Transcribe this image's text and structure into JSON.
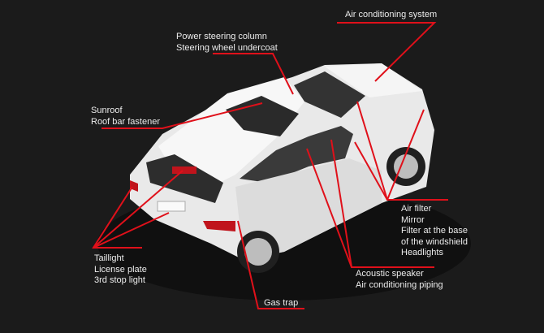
{
  "colors": {
    "background": "#1b1b1b",
    "accent": "#e0101a",
    "car": "#f2f2f2",
    "text": "#ececec"
  },
  "labels": {
    "air_conditioning": [
      "Air conditioning system"
    ],
    "steering": [
      "Power steering column",
      "Steering wheel undercoat"
    ],
    "sunroof": [
      "Sunroof",
      "Roof bar fastener"
    ],
    "filters": [
      "Air filter",
      "Mirror",
      "Filter at the base",
      "of the windshield",
      "Headlights"
    ],
    "acoustic": [
      "Acoustic speaker",
      "Air conditioning piping"
    ],
    "gas_trap": [
      "Gas trap"
    ],
    "rear": [
      "Taillight",
      "License plate",
      "3rd stop light"
    ]
  }
}
